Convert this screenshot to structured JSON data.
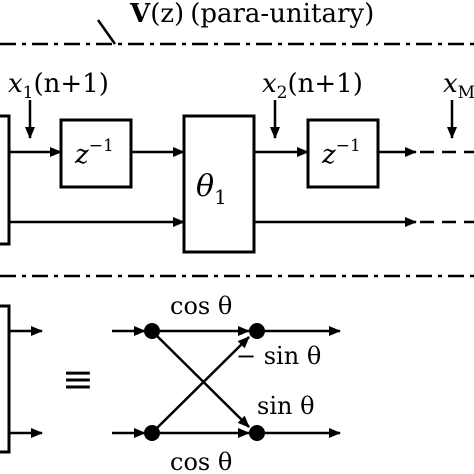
{
  "title": {
    "symbol": "V",
    "arg": "(z)",
    "note": "(para-unitary)"
  },
  "inputs": {
    "x1": {
      "base": "x",
      "sub": "1",
      "arg": "(n+1)"
    },
    "x2": {
      "base": "x",
      "sub": "2",
      "arg": "(n+1)"
    },
    "xM": {
      "base": "x",
      "sub": "M"
    }
  },
  "delay1": {
    "base": "z",
    "exp": "−1"
  },
  "delay2": {
    "base": "z",
    "exp": "−1"
  },
  "rotation": {
    "symbol": "θ",
    "sub": "1"
  },
  "butterfly": {
    "equiv": "≡",
    "top": "cos θ",
    "bottom": "cos θ",
    "cross_up": "− sin θ",
    "cross_down": "sin θ"
  }
}
